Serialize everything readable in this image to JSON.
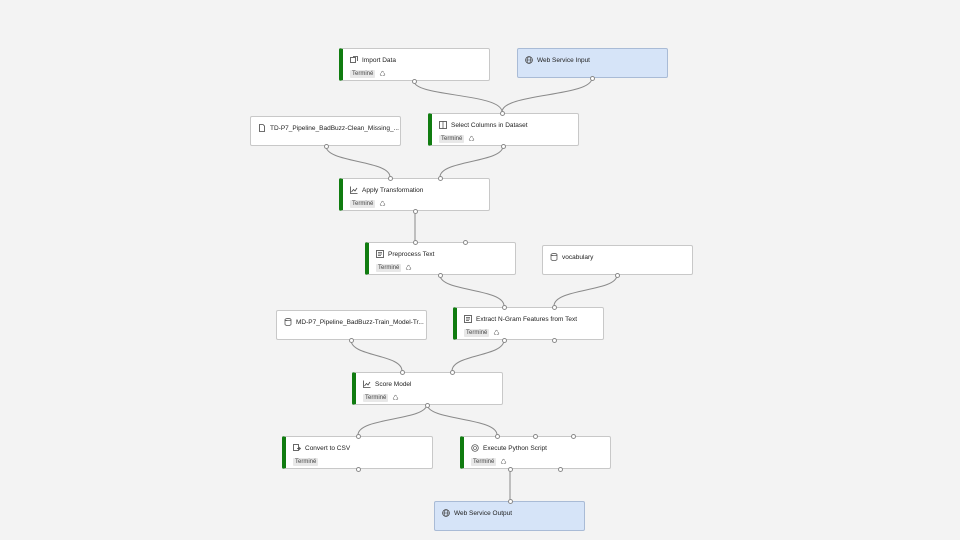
{
  "status_label": "Terminé",
  "nodes": {
    "import_data": {
      "label": "Import Data",
      "icon": "import-icon"
    },
    "web_service_input": {
      "label": "Web Service Input",
      "icon": "globe-icon"
    },
    "td_dataset": {
      "label": "TD-P7_Pipeline_BadBuzz-Clean_Missing_...",
      "icon": "document-icon"
    },
    "select_columns": {
      "label": "Select Columns in Dataset",
      "icon": "columns-icon"
    },
    "apply_transformation": {
      "label": "Apply Transformation",
      "icon": "chart-icon"
    },
    "preprocess_text": {
      "label": "Preprocess Text",
      "icon": "text-icon"
    },
    "vocabulary": {
      "label": "vocabulary",
      "icon": "database-icon"
    },
    "md_model": {
      "label": "MD-P7_Pipeline_BadBuzz-Train_Model-Tr...",
      "icon": "database-icon"
    },
    "extract_ngram": {
      "label": "Extract N-Gram Features from Text",
      "icon": "text-icon"
    },
    "score_model": {
      "label": "Score Model",
      "icon": "chart-icon"
    },
    "convert_csv": {
      "label": "Convert to CSV",
      "icon": "convert-icon"
    },
    "execute_python": {
      "label": "Execute Python Script",
      "icon": "python-icon"
    },
    "web_service_output": {
      "label": "Web Service Output",
      "icon": "globe-icon"
    }
  },
  "colors": {
    "canvas": "#f3f3f3",
    "status_bar": "#107c10",
    "service_node": "#d6e4f8",
    "edge": "#8a8a8a"
  }
}
